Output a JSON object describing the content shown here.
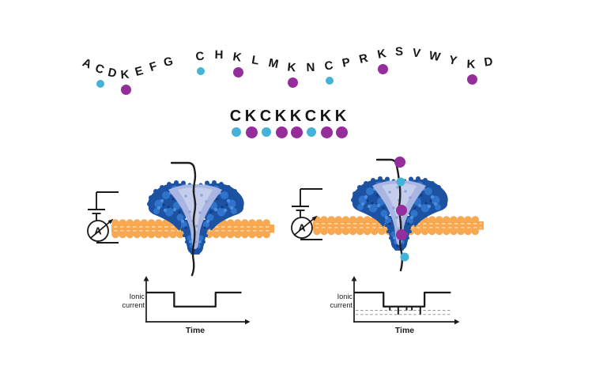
{
  "figure": {
    "background": "#ffffff"
  },
  "palette": {
    "cyan": "#45B2D8",
    "purple": "#962D9C",
    "membrane_orange": "#F7A851",
    "membrane_seam": "#FFE7C8",
    "pore_dark_blue": "#1D52A2",
    "pore_mid_blue": "#2F73CA",
    "pore_bright_blue": "#4A8FE0",
    "pore_shadow_blue": "#123C80",
    "funnel_lavender": "#A9B6E2",
    "funnel_light": "#C9D1ED",
    "funnel_speckle": "#8FA4D8",
    "trace_black": "#1A1A1A",
    "dashed_gray": "#999999"
  },
  "alphabet_row": {
    "residues": [
      {
        "letter": "A"
      },
      {
        "letter": "C",
        "dot": "cyan"
      },
      {
        "letter": "D"
      },
      {
        "letter": "K",
        "dot": "purple"
      },
      {
        "letter": "E"
      },
      {
        "letter": "F"
      },
      {
        "letter": "G"
      },
      {
        "letter": "C",
        "dot": "cyan"
      },
      {
        "letter": "H"
      },
      {
        "letter": "K",
        "dot": "purple"
      },
      {
        "letter": "L"
      },
      {
        "letter": "M"
      },
      {
        "letter": "K",
        "dot": "purple"
      },
      {
        "letter": "N"
      },
      {
        "letter": "C",
        "dot": "cyan"
      },
      {
        "letter": "P"
      },
      {
        "letter": "R"
      },
      {
        "letter": "K",
        "dot": "purple"
      },
      {
        "letter": "S"
      },
      {
        "letter": "V"
      },
      {
        "letter": "W"
      },
      {
        "letter": "Y"
      },
      {
        "letter": "K",
        "dot": "purple"
      },
      {
        "letter": "D"
      }
    ]
  },
  "motif_row": {
    "residues": [
      {
        "letter": "C",
        "dot": "cyan"
      },
      {
        "letter": "K",
        "dot": "purple"
      },
      {
        "letter": "C",
        "dot": "cyan"
      },
      {
        "letter": "K",
        "dot": "purple"
      },
      {
        "letter": "K",
        "dot": "purple"
      },
      {
        "letter": "C",
        "dot": "cyan"
      },
      {
        "letter": "K",
        "dot": "purple"
      },
      {
        "letter": "K",
        "dot": "purple"
      }
    ]
  },
  "left_panel": {
    "ammeter_label": "A"
  },
  "right_panel": {
    "ammeter_label": "A",
    "thread_beads": [
      "purple",
      "cyan",
      "purple",
      "purple",
      "cyan"
    ]
  },
  "chart_data": [
    {
      "type": "line",
      "title": "",
      "xlabel": "Time",
      "ylabel": [
        "Ionic",
        "current"
      ],
      "xlim": [
        0,
        1
      ],
      "ylim": [
        0,
        1.35
      ],
      "grid": false,
      "legend": false,
      "open_level": 1.0,
      "blocked_level": 0.52,
      "steps": [
        {
          "x": 0.0,
          "level": 1.0
        },
        {
          "x": 0.27,
          "level": 0.52
        },
        {
          "x": 0.67,
          "level": 1.0
        }
      ],
      "trace_end_x": 0.92,
      "spikes": [],
      "dashed_levels": []
    },
    {
      "type": "line",
      "title": "",
      "xlabel": "Time",
      "ylabel": [
        "Ionic",
        "current"
      ],
      "xlim": [
        0,
        1
      ],
      "ylim": [
        0,
        1.35
      ],
      "grid": false,
      "legend": false,
      "open_level": 1.0,
      "blocked_level": 0.52,
      "steps": [
        {
          "x": 0.0,
          "level": 1.0
        },
        {
          "x": 0.28,
          "level": 0.52
        },
        {
          "x": 0.67,
          "level": 1.0
        }
      ],
      "trace_end_x": 0.92,
      "spikes": [
        {
          "x": 0.34,
          "level": 0.39
        },
        {
          "x": 0.42,
          "level": 0.25
        },
        {
          "x": 0.5,
          "level": 0.39
        },
        {
          "x": 0.55,
          "level": 0.39
        },
        {
          "x": 0.63,
          "level": 0.25
        }
      ],
      "dashed_levels": [
        0.39,
        0.25
      ]
    }
  ]
}
